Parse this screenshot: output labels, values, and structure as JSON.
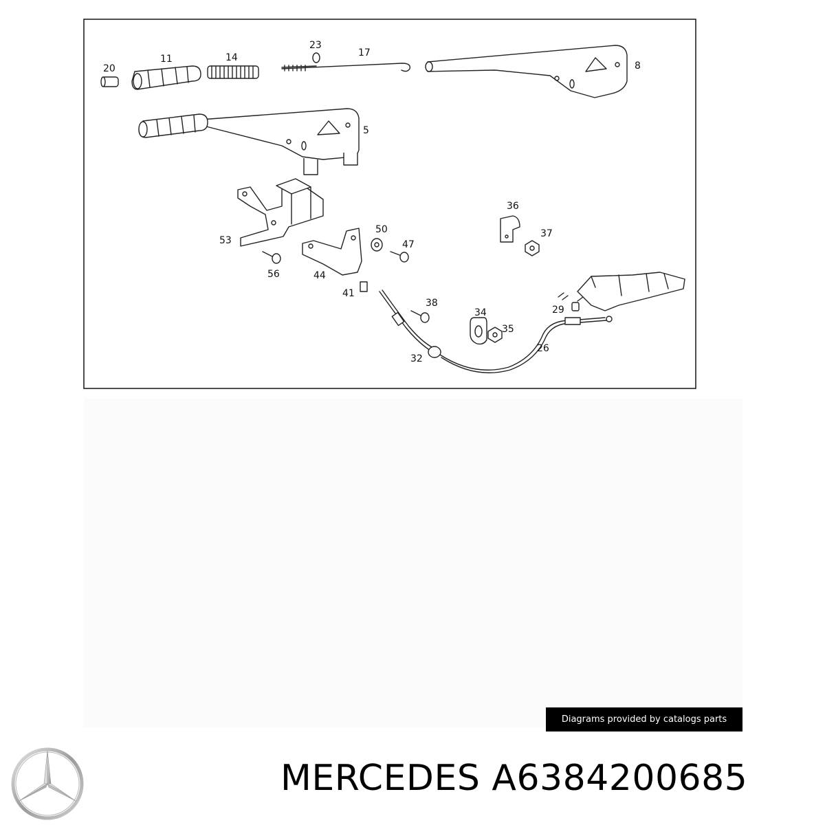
{
  "diagram": {
    "callouts": [
      {
        "id": "20",
        "label": "20"
      },
      {
        "id": "11",
        "label": "11"
      },
      {
        "id": "14",
        "label": "14"
      },
      {
        "id": "23",
        "label": "23"
      },
      {
        "id": "17",
        "label": "17"
      },
      {
        "id": "8",
        "label": "8"
      },
      {
        "id": "5",
        "label": "5"
      },
      {
        "id": "36",
        "label": "36"
      },
      {
        "id": "37",
        "label": "37"
      },
      {
        "id": "50",
        "label": "50"
      },
      {
        "id": "47",
        "label": "47"
      },
      {
        "id": "53",
        "label": "53"
      },
      {
        "id": "56",
        "label": "56"
      },
      {
        "id": "44",
        "label": "44"
      },
      {
        "id": "41",
        "label": "41"
      },
      {
        "id": "38",
        "label": "38"
      },
      {
        "id": "34",
        "label": "34"
      },
      {
        "id": "35",
        "label": "35"
      },
      {
        "id": "29",
        "label": "29"
      },
      {
        "id": "26",
        "label": "26"
      },
      {
        "id": "32",
        "label": "32"
      }
    ]
  },
  "credit": {
    "text": "Diagrams provided by catalogs parts"
  },
  "brand": {
    "name": "MERCEDES",
    "part_number": "A6384200685"
  },
  "logo": {
    "icon": "mercedes-star-icon"
  }
}
